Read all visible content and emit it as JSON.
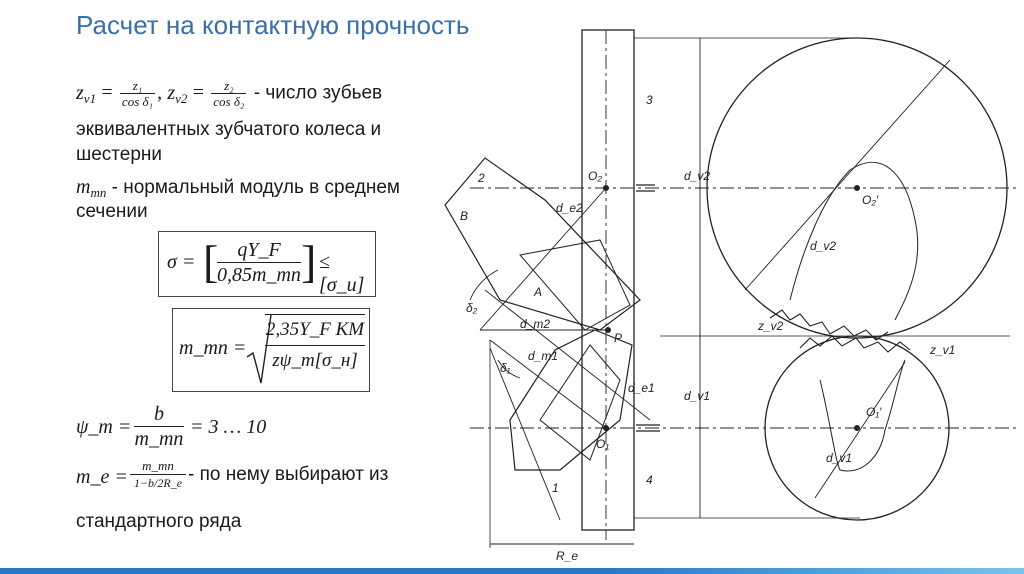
{
  "title": "Расчет на контактную прочность",
  "zv1": "z",
  "zv1_sub": "v1",
  "eq": "=",
  "f1_num": "z₁",
  "f1_den": "cos δ₁",
  "comma": ",",
  "zv2": "z",
  "zv2_sub": "v2",
  "f2_num": "z₂",
  "f2_den": "cos δ₂",
  "line1_tail": " - число зубьев",
  "line2": "эквивалентных зубчатого колеса и",
  "line3": "шестерни",
  "mmn": "m",
  "mmn_sub": "mn",
  "line4_tail": " - нормальный модуль в среднем",
  "line5": "сечении",
  "sigma_lhs": "σ =",
  "sigma_num": "qY_F",
  "sigma_den": "0,85m_mn",
  "sigma_rhs": "≤ [σ_и]",
  "mmn_lhs": "m_mn =",
  "mmn_num": "2,35Y_F KM",
  "mmn_den": "zψ_m[σ_н]",
  "psi_lhs": "ψ_m =",
  "psi_num": "b",
  "psi_den": "m_mn",
  "psi_rhs": "= 3 … 10",
  "me_lhs": "m_e =",
  "me_num": "m_mn",
  "me_den": "1−b/2R_e",
  "me_tail": " - по нему выбирают из",
  "line_last": "стандартного ряда",
  "diagram_labels": {
    "l3": "3",
    "l4": "4",
    "l2": "2",
    "l1": "1",
    "B": "B",
    "A": "A",
    "P": "P",
    "O2": "O₂",
    "O1": "O₁",
    "O2p": "O₂′",
    "O1p": "O₁′",
    "de2": "d_e2",
    "dm2": "d_m2",
    "dm1": "d_m1",
    "de1": "d_e1",
    "dv2": "d_v2",
    "dv1": "d_v1",
    "zv2": "z_v2",
    "zv1": "z_v1",
    "d2": "δ₂",
    "d1": "δ₁",
    "Re": "R_e"
  },
  "colors": {
    "title": "#3a6fa8",
    "footer": "#2c79c7"
  }
}
